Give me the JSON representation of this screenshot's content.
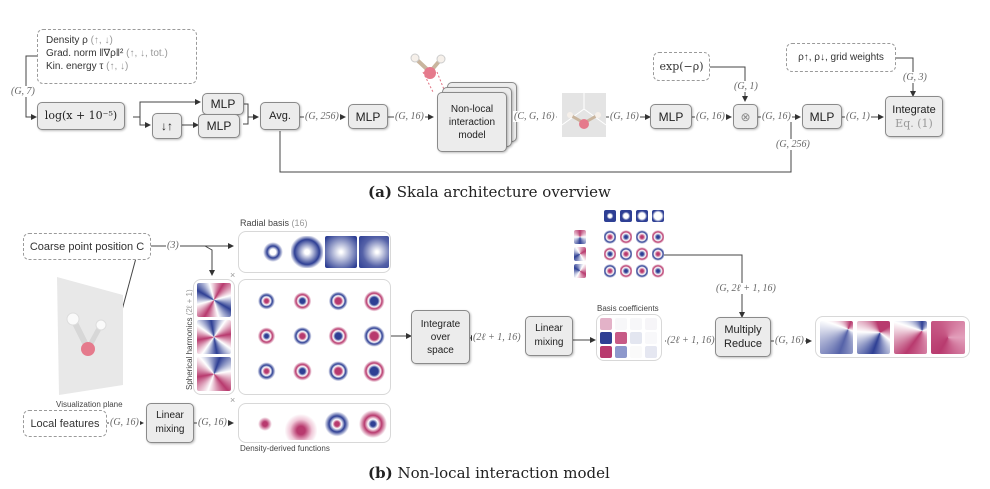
{
  "figure": {
    "panel_a": {
      "caption_letter": "(a)",
      "caption_text": "Skala architecture overview",
      "inputs": {
        "line1_main": "Density ρ",
        "line1_sub": "(↑, ↓)",
        "line2_main": "Grad. norm ‖∇ρ‖²",
        "line2_sub": "(↑, ↓, tot.)",
        "line3_main": "Kin. energy τ",
        "line3_sub": "(↑, ↓)"
      },
      "input_shape": "(G, 7)",
      "log_box": "log(x + 10⁻⁵)",
      "swap_box": "↓↑",
      "mlp1": "MLP",
      "mlp2": "MLP",
      "avg_box": "Avg.",
      "avg_out": "(G, 256)",
      "mlp3": "MLP",
      "mlp3_out": "(G, 16)",
      "nonlocal_box": [
        "Non-local",
        "interaction",
        "model"
      ],
      "nonlocal_out": "(C, G, 16)",
      "molecule_out": "(G, 16)",
      "mlp4": "MLP",
      "mlp4_out": "(G, 16)",
      "exp_box": "exp(−ρ)",
      "exp_shape": "(G, 1)",
      "multiply_symbol": "⊗",
      "mult_out": "(G, 16)",
      "skip_shape": "(G, 256)",
      "mlp5": "MLP",
      "mlp5_out": "(G, 1)",
      "weights_box": "ρ↑, ρ↓, grid weights",
      "weights_shape": "(G, 3)",
      "integrate_line1": "Integrate",
      "integrate_line2": "Eq. (1)"
    },
    "panel_b": {
      "caption_letter": "(b)",
      "caption_text": "Non-local interaction model",
      "coarse_box": "Coarse point position C",
      "coarse_shape": "(3)",
      "radial_label": "Radial basis",
      "radial_count": "(16)",
      "sph_label": "Spherical harmonics",
      "sph_count": "(2ℓ + 1)",
      "vis_plane_label": "Visualization plane",
      "local_features_box": "Local features",
      "local_shape": "(G, 16)",
      "linear_mixing_1": [
        "Linear",
        "mixing"
      ],
      "linear_out": "(G, 16)",
      "density_label": "Density-derived functions",
      "times_symbol": "×",
      "integrate_box": [
        "Integrate",
        "over",
        "space"
      ],
      "integrate_out": "(2ℓ + 1, 16)",
      "linear_mixing_2": [
        "Linear",
        "mixing"
      ],
      "basis_coeff_label": "Basis coefficients",
      "basis_out": "(2ℓ + 1, 16)",
      "top_shape": "(G, 2ℓ + 1, 16)",
      "multiply_box": [
        "Multiply",
        "Reduce"
      ],
      "multiply_out": "(G, 16)"
    },
    "colors": {
      "box_fill": "#ececec",
      "box_border": "#8a8a8a",
      "blue": "#2e3f94",
      "magenta": "#b83a6e",
      "atom_red": "#e57a8c"
    }
  }
}
